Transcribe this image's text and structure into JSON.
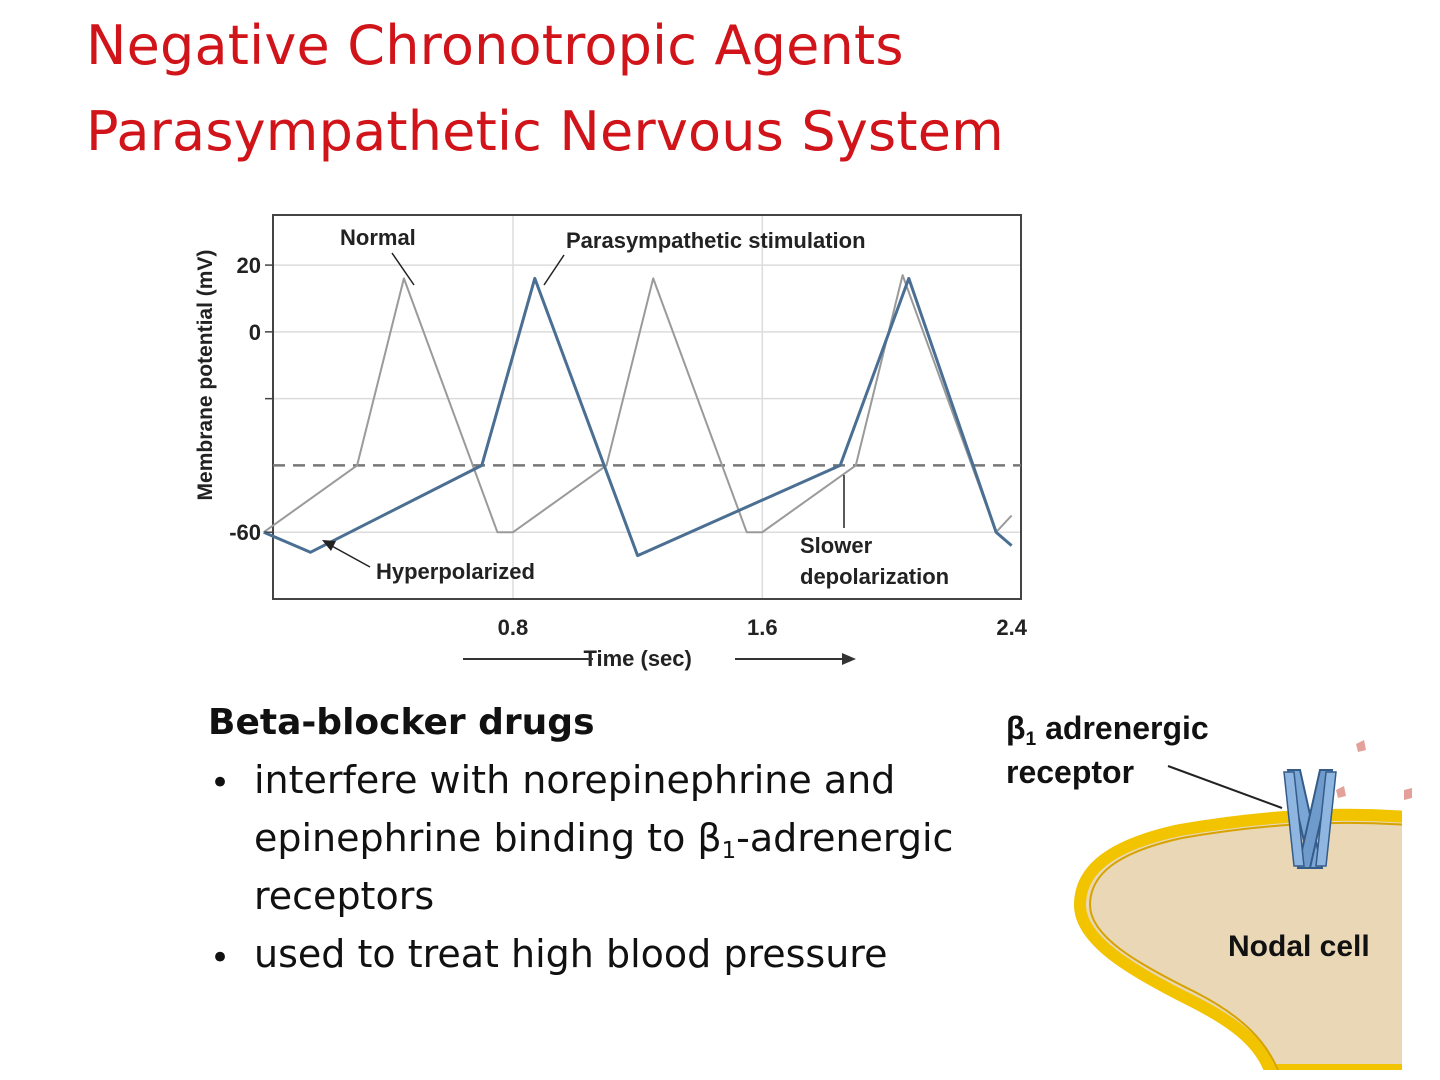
{
  "slide": {
    "title_line1": "Negative Chronotropic Agents",
    "title_line2": "Parasympathetic Nervous System",
    "title_color": "#d0141a"
  },
  "chart_data": {
    "type": "line",
    "ylabel": "Membrane potential (mV)",
    "xlabel": "Time (sec)",
    "x_ticks": [
      "0.8",
      "1.6",
      "2.4"
    ],
    "y_ticks": [
      "20",
      "0",
      "-60"
    ],
    "xlim": [
      0,
      2.4
    ],
    "ylim": [
      -80,
      35
    ],
    "threshold_mv": -40,
    "annotations": {
      "normal": "Normal",
      "parasympathetic": "Parasympathetic stimulation",
      "hyperpolarized": "Hyperpolarized",
      "slower_1": "Slower",
      "slower_2": "depolarization"
    },
    "series": [
      {
        "name": "Normal",
        "color": "#9a9a9a",
        "x": [
          0.0,
          0.3,
          0.45,
          0.75,
          0.8,
          1.1,
          1.25,
          1.55,
          1.6,
          1.9,
          2.05,
          2.35,
          2.4
        ],
        "y": [
          -60,
          -40,
          16,
          -60,
          -60,
          -40,
          16,
          -60,
          -60,
          -40,
          17,
          -60,
          -55
        ]
      },
      {
        "name": "Parasympathetic stimulation",
        "color": "#4a6f92",
        "x": [
          0.0,
          0.15,
          0.7,
          0.87,
          1.2,
          1.85,
          2.07,
          2.35,
          2.4
        ],
        "y": [
          -60,
          -66,
          -40,
          16,
          -67,
          -40,
          16,
          -60,
          -64
        ]
      }
    ]
  },
  "text": {
    "heading": "Beta-blocker drugs",
    "bullet_char": "•",
    "b1_line1": "interfere with norepinephrine and",
    "b1_line2_pre": "epinephrine binding to β",
    "b1_line2_sub": "1",
    "b1_line2_post": "-adrenergic",
    "b1_line3": "receptors",
    "b2": "used to treat high blood pressure"
  },
  "cell": {
    "receptor_beta": "β",
    "receptor_sub": "1",
    "receptor_line1_post": " adrenergic",
    "receptor_line2": "receptor",
    "cell_label": "Nodal cell"
  }
}
